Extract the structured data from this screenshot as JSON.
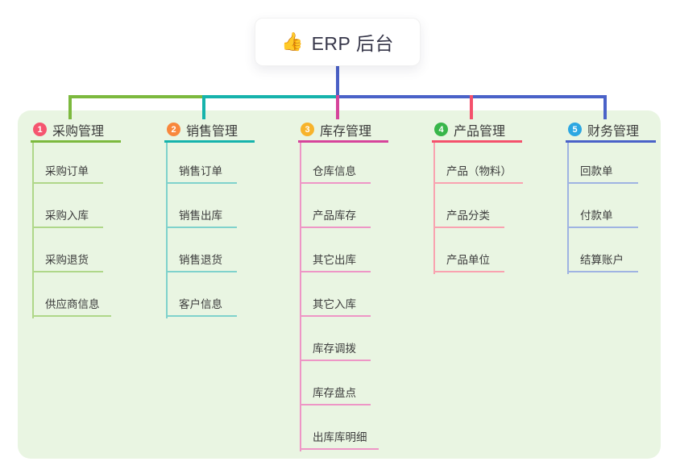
{
  "root": {
    "icon": "👍",
    "label": "ERP 后台"
  },
  "canvas": {
    "background_color": "#FFFFFF",
    "panel_background_color": "#E9F5E2",
    "root_connector_color": "#4A60C6"
  },
  "branches": [
    {
      "badge": "1",
      "badge_color": "#F5556F",
      "label": "采购管理",
      "line_color": "#7CB93E",
      "child_line_color": "#AFD789",
      "children": [
        "采购订单",
        "采购入库",
        "采购退货",
        "供应商信息"
      ]
    },
    {
      "badge": "2",
      "badge_color": "#F8873C",
      "label": "销售管理",
      "line_color": "#16B3AC",
      "child_line_color": "#7FD2CC",
      "children": [
        "销售订单",
        "销售出库",
        "销售退货",
        "客户信息"
      ]
    },
    {
      "badge": "3",
      "badge_color": "#F7B32B",
      "label": "库存管理",
      "line_color": "#D6449B",
      "child_line_color": "#EE96C6",
      "children": [
        "仓库信息",
        "产品库存",
        "其它出库",
        "其它入库",
        "库存调拨",
        "库存盘点",
        "出库库明细"
      ]
    },
    {
      "badge": "4",
      "badge_color": "#38B64A",
      "label": "产品管理",
      "line_color": "#F4516C",
      "child_line_color": "#F9A2B0",
      "children": [
        "产品（物料）",
        "产品分类",
        "产品单位"
      ]
    },
    {
      "badge": "5",
      "badge_color": "#2CA7E2",
      "label": "财务管理",
      "line_color": "#4A62C8",
      "child_line_color": "#9FB3E2",
      "children": [
        "回款单",
        "付款单",
        "结算账户"
      ]
    }
  ]
}
